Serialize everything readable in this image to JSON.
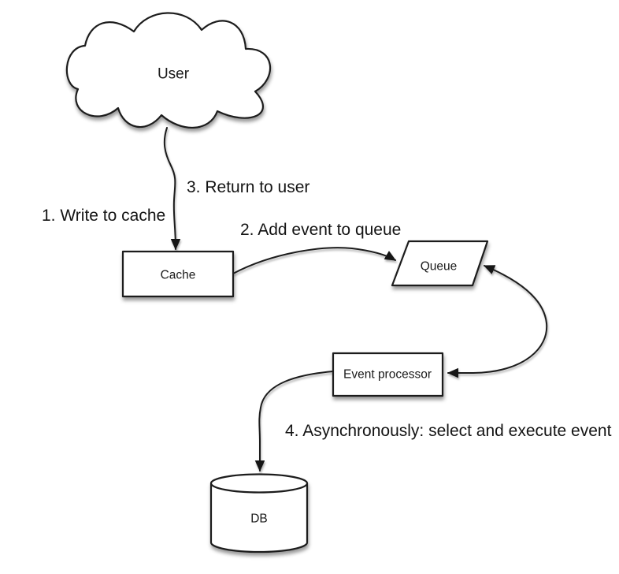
{
  "diagram": {
    "background": "#ffffff",
    "stroke_color": "#1f1f1f",
    "shape_fill": "#ffffff",
    "text_color": "#1a1a1a"
  },
  "nodes": {
    "user": {
      "label": "User",
      "shape": "cloud"
    },
    "cache": {
      "label": "Cache",
      "shape": "rectangle"
    },
    "queue": {
      "label": "Queue",
      "shape": "parallelogram"
    },
    "event_processor": {
      "label": "Event processor",
      "shape": "rectangle"
    },
    "db": {
      "label": "DB",
      "shape": "cylinder"
    }
  },
  "labels": {
    "step1": "1. Write to cache",
    "step2": "2. Add event to queue",
    "step3": "3. Return to user",
    "step4": "4. Asynchronously: select and execute event"
  },
  "edges": {
    "user_cache": {
      "from": "user",
      "to": "cache",
      "direction": "one-way"
    },
    "cache_queue": {
      "from": "cache",
      "to": "queue",
      "direction": "one-way"
    },
    "queue_event_processor": {
      "from": "queue",
      "to": "event_processor",
      "direction": "two-way"
    },
    "event_processor_db": {
      "from": "event_processor",
      "to": "db",
      "direction": "one-way"
    }
  }
}
